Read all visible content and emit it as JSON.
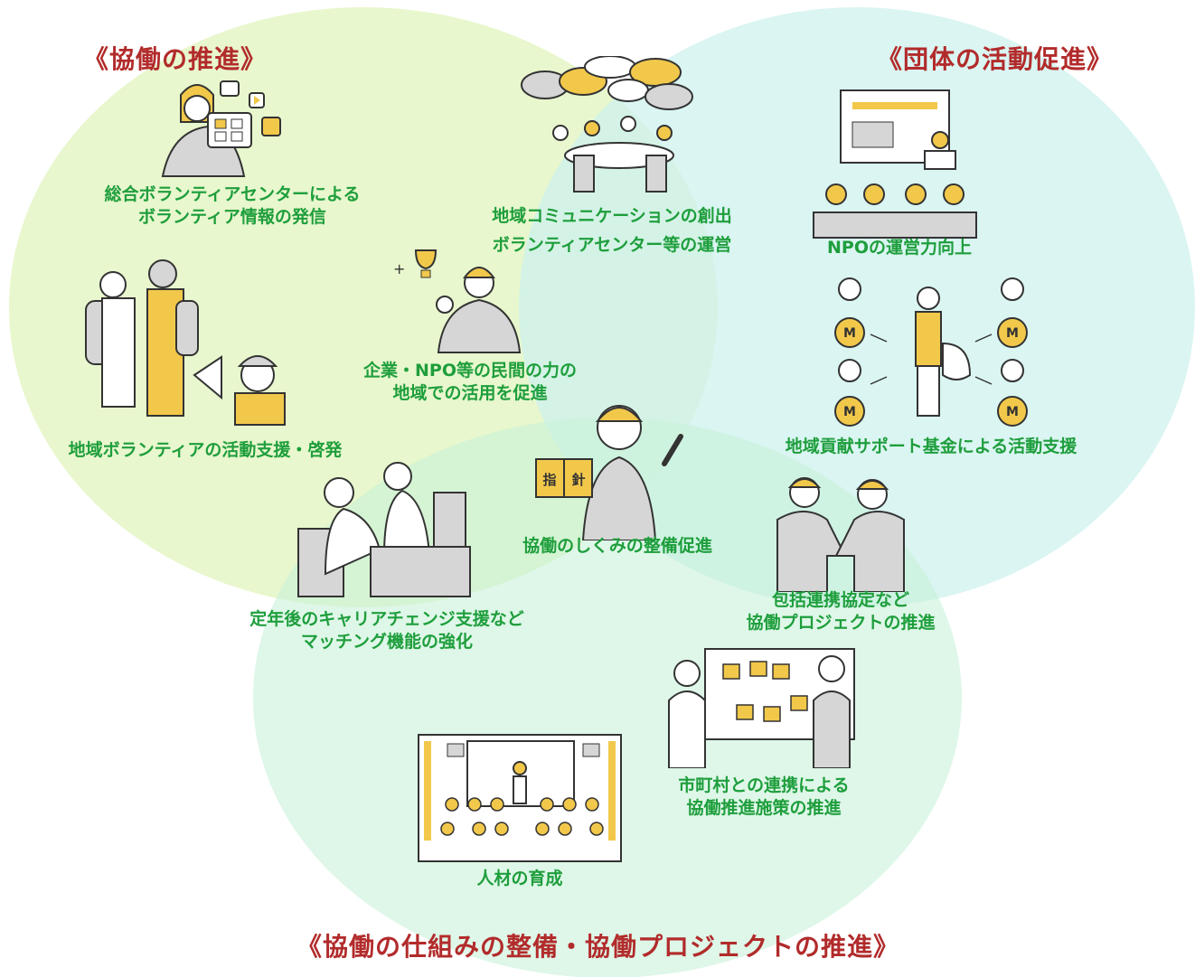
{
  "titles": {
    "left": "《協働の推進》",
    "right": "《団体の活動促進》",
    "bottom": "《協働の仕組みの整備・協働プロジェクトの推進》"
  },
  "captions": {
    "volunteer_info": [
      "総合ボランティアセンターによる",
      "ボランティア情報の発信"
    ],
    "community": [
      "地域コミュニケーションの創出",
      "ボランティアセンター等の運営"
    ],
    "npo_mgmt": [
      "NPOの運営力向上"
    ],
    "local_volunteer": [
      "地域ボランティアの活動支援・啓発"
    ],
    "private_power": [
      "企業・NPO等の民間の力の",
      "地域での活用を促進"
    ],
    "fund": [
      "地域貢献サポート基金による活動支援"
    ],
    "mechanism": [
      "協働のしくみの整備促進"
    ],
    "career": [
      "定年後のキャリアチェンジ支援など",
      "マッチング機能の強化"
    ],
    "agreement": [
      "包括連携協定など",
      "協働プロジェクトの推進"
    ],
    "municipal": [
      "市町村との連携による",
      "協働推進施策の推進"
    ],
    "training": [
      "人材の育成"
    ]
  },
  "book_label": [
    "指",
    "針"
  ],
  "coin_label": "M",
  "colors": {
    "circle_left": "#e4f6c4",
    "circle_right": "#cdf2ee",
    "circle_bottom": "#c8f2d8",
    "title": "#b22b2b",
    "caption": "#1e9e3c",
    "accent_yellow": "#f2c84b"
  }
}
